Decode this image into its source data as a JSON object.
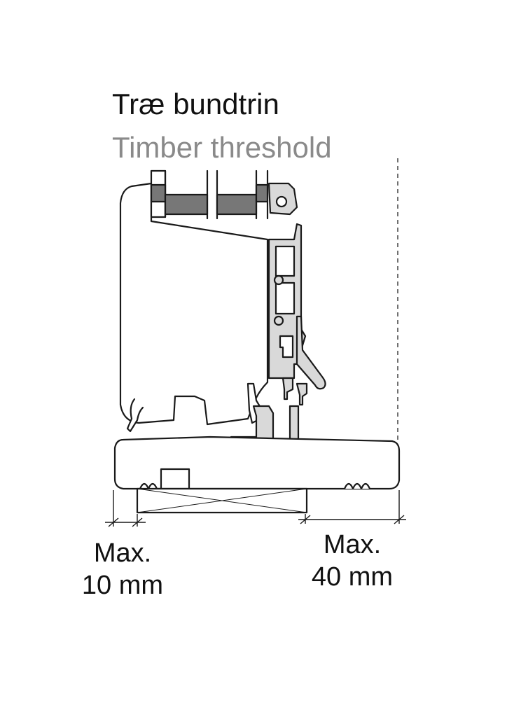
{
  "title_da": "Træ bundtrin",
  "title_en": "Timber threshold",
  "colors": {
    "title_primary": "#111111",
    "title_secondary": "#8a8a8a",
    "outline": "#1a1a1a",
    "glass_fill": "#777777",
    "profile_fill": "#d9d9d9",
    "threshold_fill": "#ffffff"
  },
  "dimensions": {
    "left": {
      "line1": "Max.",
      "line2": "10 mm"
    },
    "right": {
      "line1": "Max.",
      "line2": "40 mm"
    }
  }
}
